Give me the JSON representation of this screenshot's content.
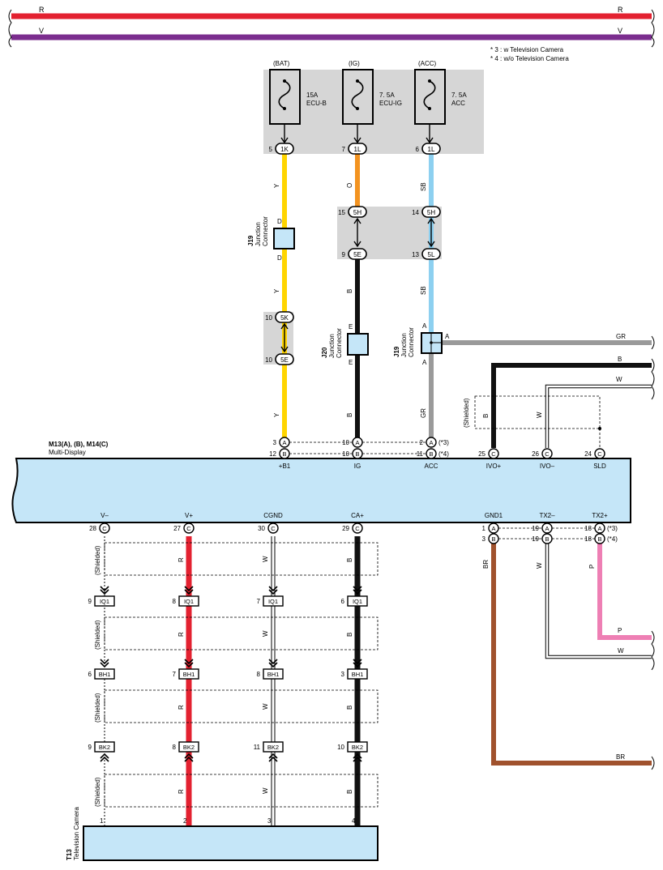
{
  "rails": {
    "r": "R",
    "v": "V"
  },
  "notes": {
    "n3": "* 3 : w Television Camera",
    "n4": "* 4 : w/o Television Camera"
  },
  "fuses": [
    {
      "supply": "(BAT)",
      "amp": "15A",
      "name": "ECU-B",
      "pin": "5",
      "conn": "1K",
      "wire": "Y"
    },
    {
      "supply": "(IG)",
      "amp": "7. 5A",
      "name": "ECU-IG",
      "pin": "7",
      "conn": "1L",
      "wire": "O"
    },
    {
      "supply": "(ACC)",
      "amp": "7. 5A",
      "name": "ACC",
      "pin": "6",
      "conn": "1L",
      "wire": "SB"
    }
  ],
  "junctions": {
    "j19a": {
      "id": "J19",
      "label1": "Junction",
      "label2": "Connector",
      "top": "D",
      "bottom": "D"
    },
    "j20": {
      "id": "J20",
      "label1": "Junction",
      "label2": "Connector",
      "top": "E",
      "bottom": "E"
    },
    "j19b": {
      "id": "J19",
      "label1": "Junction",
      "label2": "Connector",
      "top": "A",
      "right": "A",
      "bottom": "A"
    }
  },
  "inline_connectors": {
    "c5h_a": {
      "pin": "15",
      "conn": "5H"
    },
    "c5h_b": {
      "pin": "14",
      "conn": "5H"
    },
    "c5e": {
      "pin": "9",
      "conn": "5E"
    },
    "c5l": {
      "pin": "13",
      "conn": "5L"
    },
    "c5k": {
      "pin": "10",
      "conn": "5K"
    },
    "c5e2": {
      "pin": "10",
      "conn": "5E"
    }
  },
  "wire_labels": {
    "y2": "Y",
    "y3": "Y",
    "b1": "B",
    "b2": "B",
    "sb2": "SB",
    "gr1": "GR",
    "gr_right": "GR",
    "b_right": "B",
    "w_right": "W",
    "b_shield": "B",
    "w_shield": "W",
    "br": "BR",
    "w_tx": "W",
    "p_tx": "P",
    "p_right": "P",
    "w_right2": "W",
    "br_right": "BR"
  },
  "multidisplay": {
    "title": "M13(A), (B), M14(C)",
    "subtitle": "Multi-Display",
    "top_pins": [
      {
        "p1": "3",
        "c1": "A",
        "p2": "12",
        "c2": "B",
        "name": "+B1"
      },
      {
        "p1": "10",
        "c1": "A",
        "p2": "10",
        "c2": "B",
        "name": "IG"
      },
      {
        "p1": "2",
        "c1": "A",
        "p2": "11",
        "c2": "B",
        "name": "ACC"
      }
    ],
    "variant": {
      "v3": "(*3)",
      "v4": "(*4)"
    },
    "ivo": [
      {
        "pin": "25",
        "conn": "C",
        "name": "IVO+"
      },
      {
        "pin": "26",
        "conn": "C",
        "name": "IVO–"
      },
      {
        "pin": "24",
        "conn": "C",
        "name": "SLD"
      }
    ],
    "shielded": "(Shielded)",
    "bottom_pins": [
      {
        "name": "V–",
        "pin": "28",
        "conn": "C"
      },
      {
        "name": "V+",
        "pin": "27",
        "conn": "C"
      },
      {
        "name": "CGND",
        "pin": "30",
        "conn": "C"
      },
      {
        "name": "CA+",
        "pin": "29",
        "conn": "C"
      }
    ],
    "right_bottom": [
      {
        "name": "GND1",
        "p1": "1",
        "c1": "A",
        "p2": "3",
        "c2": "B"
      },
      {
        "name": "TX2–",
        "p1": "19",
        "c1": "A",
        "p2": "19",
        "c2": "B"
      },
      {
        "name": "TX2+",
        "p1": "18",
        "c1": "A",
        "p2": "18",
        "c2": "B"
      }
    ]
  },
  "camera_harness": {
    "colors": [
      "",
      "R",
      "W",
      "B"
    ],
    "iq1": {
      "conn": "IQ1",
      "pins": [
        "9",
        "8",
        "7",
        "6"
      ]
    },
    "bh1": {
      "conn": "BH1",
      "pins": [
        "6",
        "7",
        "8",
        "3"
      ]
    },
    "bk2": {
      "conn": "BK2",
      "pins": [
        "9",
        "8",
        "11",
        "10"
      ]
    },
    "cam_pins": [
      "1",
      "2",
      "3",
      "4"
    ],
    "shielded": "(Shielded)"
  },
  "camera": {
    "id": "T13",
    "name": "Television Camera"
  },
  "colors": {
    "red": "#e32130",
    "violet": "#7b2d8e",
    "yellow": "#ffd500",
    "orange": "#f39320",
    "skyblue": "#8dd0f0",
    "gray": "#9a9a9a",
    "black": "#111111",
    "brown": "#a0522d",
    "pink": "#ee7fb4",
    "box": "#c5e6f8",
    "fusebox": "#d6d6d6"
  }
}
